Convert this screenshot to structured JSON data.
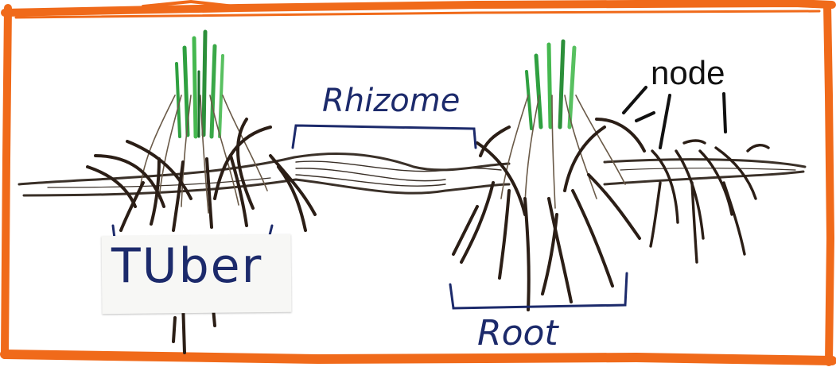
{
  "diagram": {
    "labels": {
      "rhizome": "Rhizome",
      "tuber": "TUber",
      "root": "Root",
      "node": "node"
    },
    "colors": {
      "border": "#f06a1a",
      "ink": "#1c2a6b",
      "root_dark": "#2b1e16",
      "leaf_green": "#2fa040"
    }
  }
}
